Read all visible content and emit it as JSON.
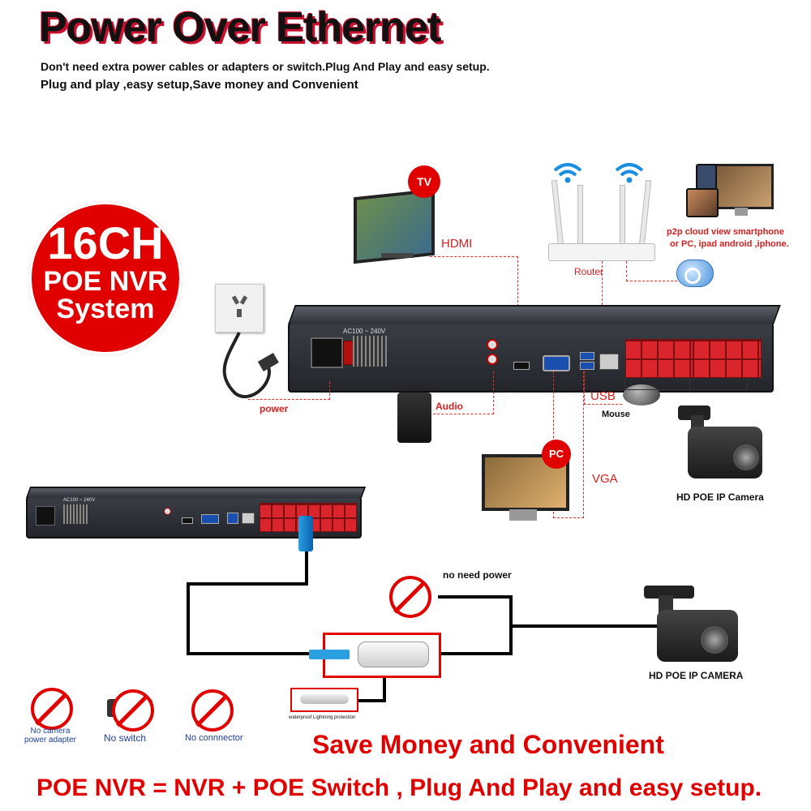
{
  "header": {
    "title": "Power Over Ethernet",
    "line1": "Don't need extra power cables or adapters or switch.Plug And Play and easy setup.",
    "line2": "Plug and play ,easy setup,Save money and Convenient"
  },
  "badge": {
    "line1": "16CH",
    "line2": "POE NVR",
    "line3": "System"
  },
  "labels": {
    "tv_badge": "TV",
    "hdmi": "HDMI",
    "router": "Router",
    "p2p_line1": "p2p cloud  view smartphone",
    "p2p_line2": "or PC, ipad android ,iphone.",
    "power": "power",
    "audio": "Audio",
    "usb": "USB",
    "mouse": "Mouse",
    "pc_badge": "PC",
    "vga": "VGA",
    "camera_top": "HD POE IP Camera",
    "camera_bottom": "HD POE IP CAMERA",
    "no_need_power": "no need power",
    "waterproof": "waterproof Lightning protection",
    "nvr_voltage": "AC100 ~ 240V",
    "nvr_voltage_small": "AC100 ~ 240V"
  },
  "footer_icons": [
    {
      "name": "no-camera-power-adapter",
      "line1": "No camera",
      "line2": "power adapter"
    },
    {
      "name": "no-switch",
      "line1": "No switch",
      "line2": ""
    },
    {
      "name": "no-connector",
      "line1": "No connnector",
      "line2": ""
    }
  ],
  "slogan": "Save Money and Convenient",
  "equation": "POE NVR = NVR + POE Switch , Plug And Play and easy setup.",
  "colors": {
    "accent_red": "#e00000",
    "dash_red": "#e03030",
    "port_red": "#d9252b"
  }
}
